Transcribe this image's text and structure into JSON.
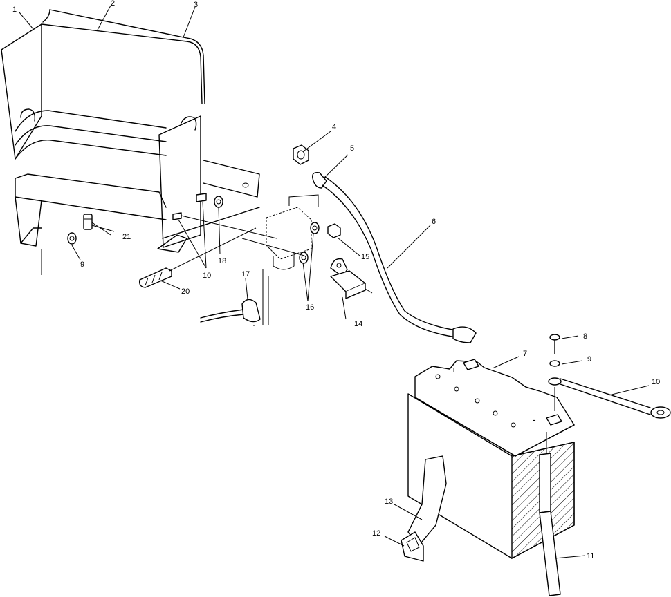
{
  "diagram": {
    "callouts": [
      "1",
      "2",
      "3",
      "4",
      "5",
      "6",
      "7",
      "8",
      "9",
      "9",
      "10",
      "10",
      "11",
      "12",
      "13",
      "14",
      "15",
      "16",
      "17",
      "18",
      "20",
      "21"
    ],
    "battery_symbols": {
      "plus": "+",
      "minus": "-"
    }
  }
}
